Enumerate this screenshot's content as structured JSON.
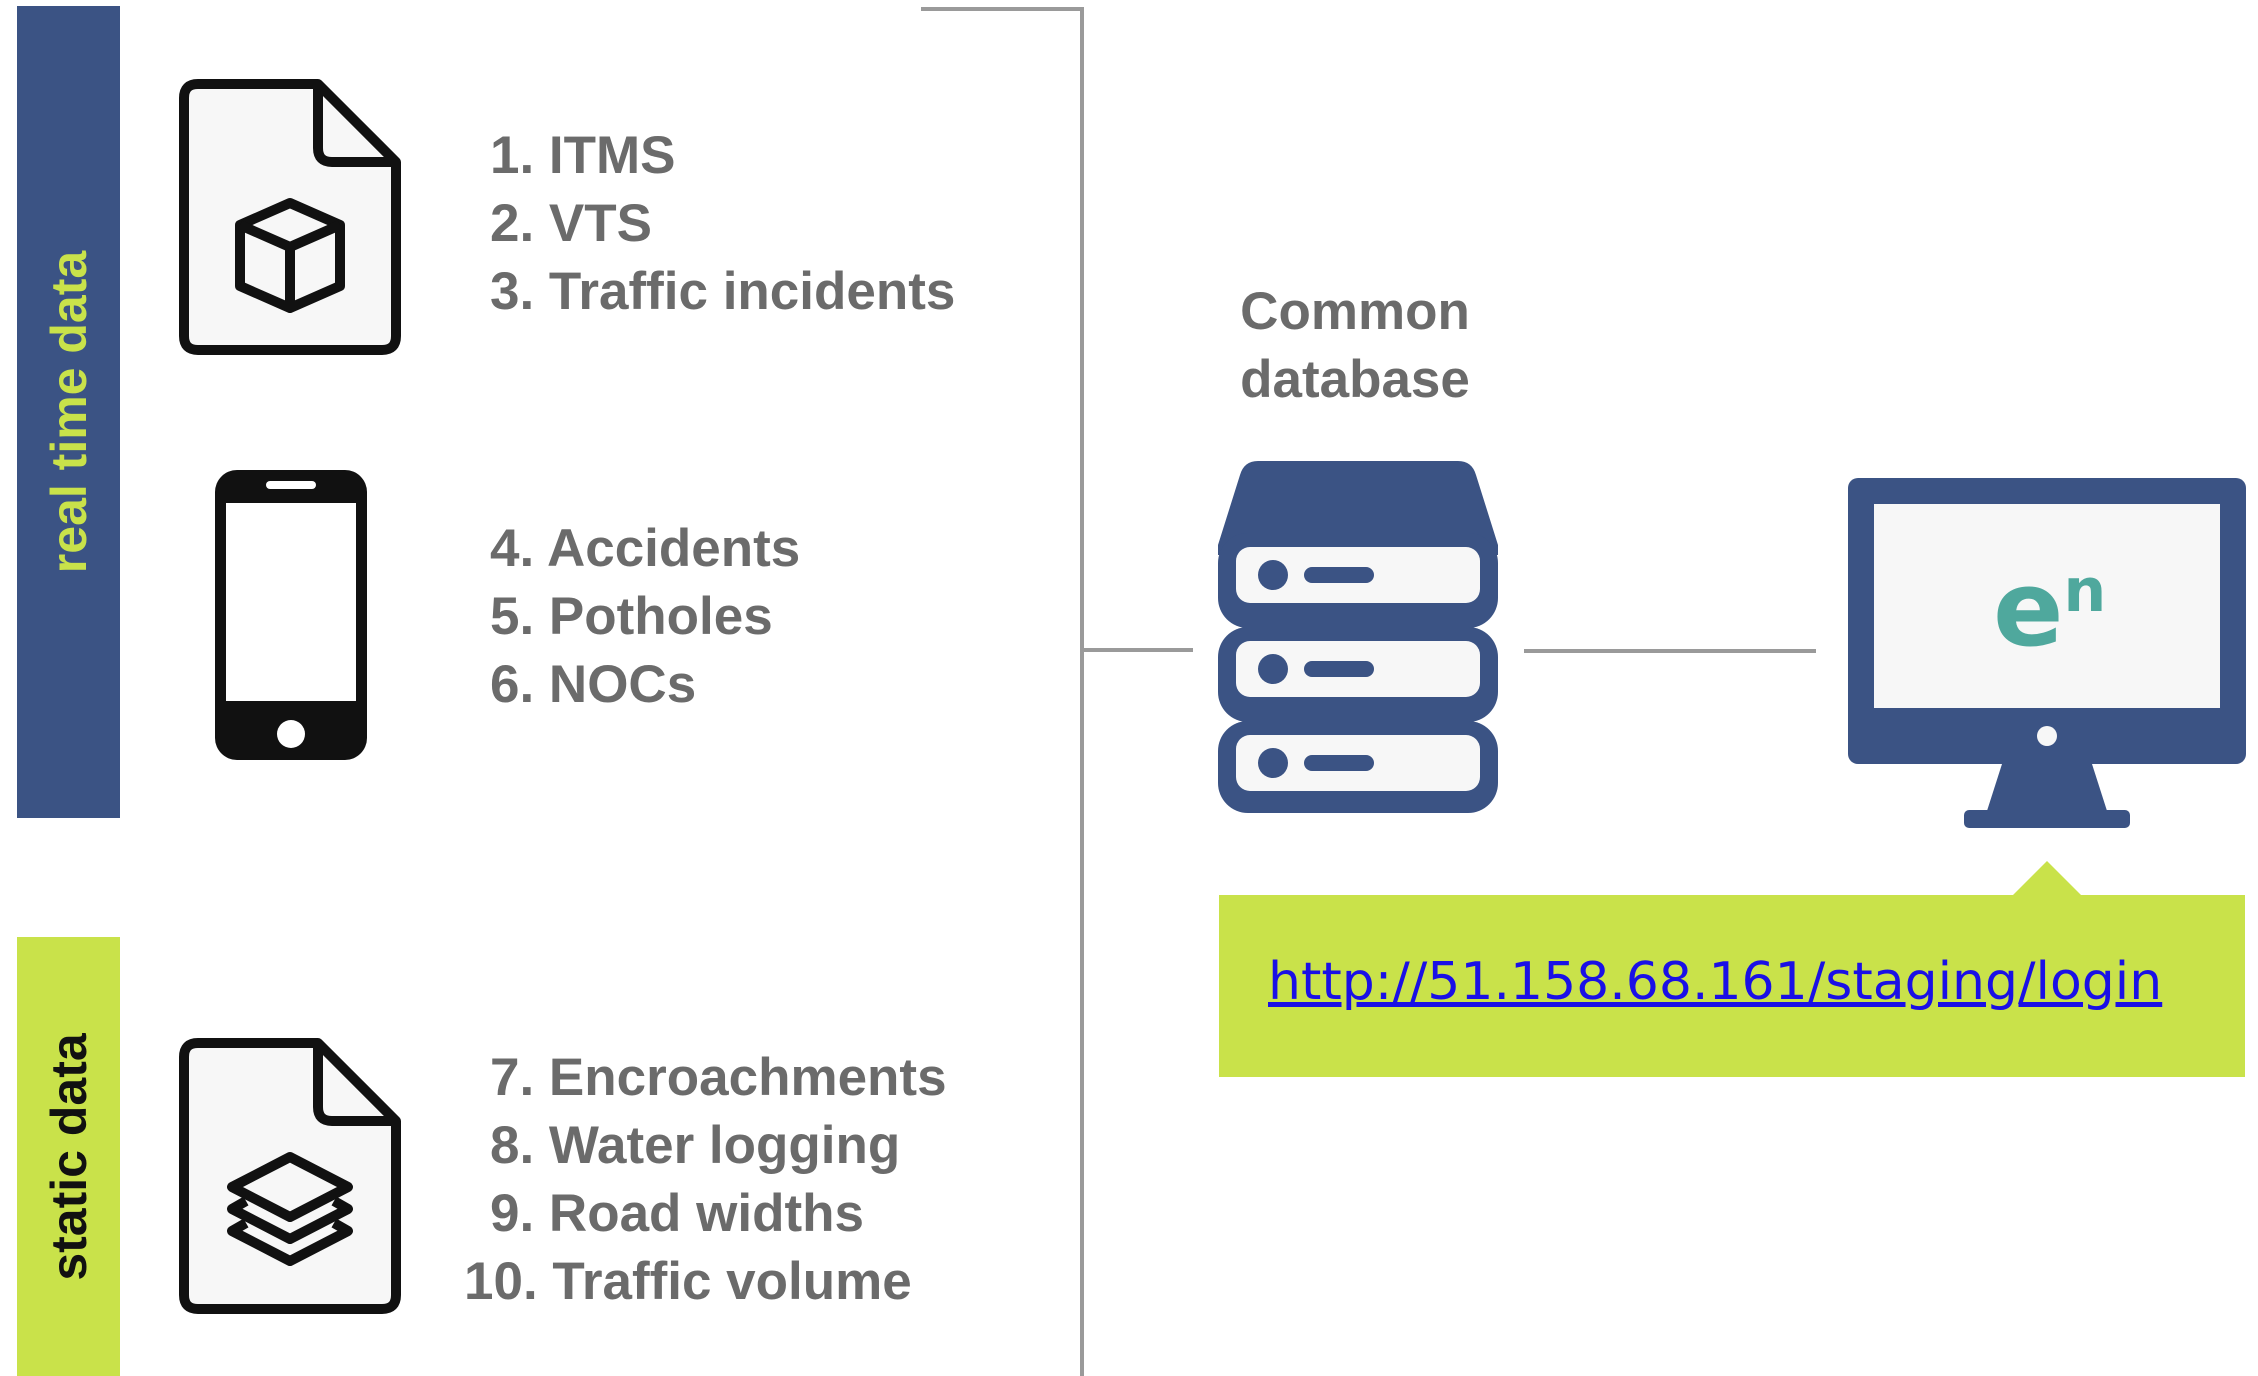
{
  "bands": {
    "realtime_label": "real time data",
    "static_label": "static data"
  },
  "groups": [
    {
      "icon": "cube-document-icon",
      "items": [
        "1. ITMS",
        "2. VTS",
        "3. Traffic incidents"
      ]
    },
    {
      "icon": "smartphone-icon",
      "items": [
        "4. Accidents",
        "5. Potholes",
        "6. NOCs"
      ]
    },
    {
      "icon": "layers-document-icon",
      "items": [
        "7. Encroachments",
        "8. Water logging",
        "9. Road widths",
        "10. Traffic volume"
      ]
    }
  ],
  "database": {
    "title": "Common database",
    "icon": "database-server-icon"
  },
  "monitor": {
    "icon": "desktop-monitor-icon",
    "logo_base": "e",
    "logo_sup": "n"
  },
  "callout": {
    "url": "http://51.158.68.161/staging/login"
  },
  "colors": {
    "navy": "#3b5384",
    "lime": "#c9e24a",
    "gray_text": "#6b6b6b",
    "teal": "#4fa89d",
    "link": "#1a10e6"
  }
}
